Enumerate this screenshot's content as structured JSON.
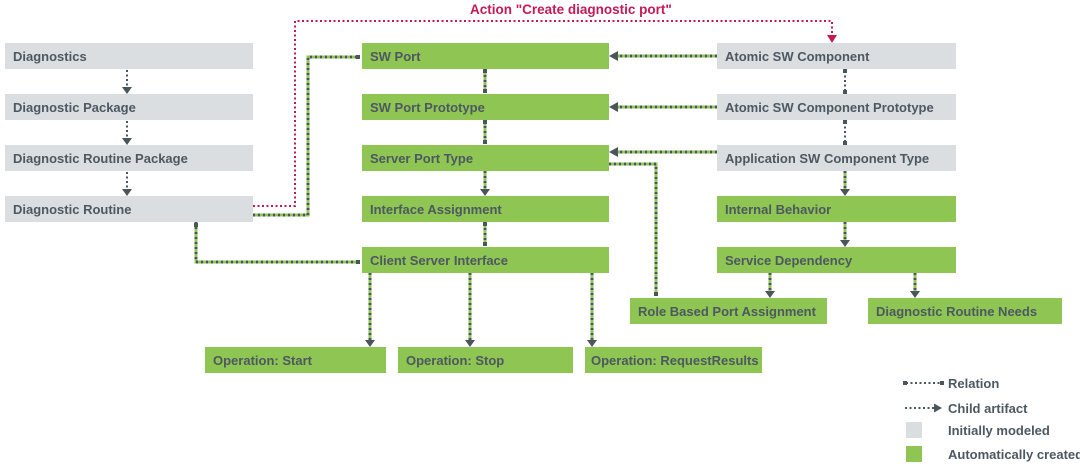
{
  "action_label": "Action \"Create diagnostic port\"",
  "nodes": {
    "diagnostics": "Diagnostics",
    "diagnostic_package": "Diagnostic Package",
    "diagnostic_routine_package": "Diagnostic Routine Package",
    "diagnostic_routine": "Diagnostic Routine",
    "sw_port": "SW Port",
    "sw_port_prototype": "SW Port Prototype",
    "server_port_type": "Server Port Type",
    "interface_assignment": "Interface Assignment",
    "client_server_interface": "Client Server Interface",
    "atomic_sw_component": "Atomic SW Component",
    "atomic_sw_component_prototype": "Atomic SW Component Prototype",
    "application_sw_component_type": "Application SW Component Type",
    "internal_behavior": "Internal Behavior",
    "service_dependency": "Service Dependency",
    "role_based_port_assignment": "Role Based Port Assignment",
    "diagnostic_routine_needs": "Diagnostic Routine Needs",
    "operation_start": "Operation: Start",
    "operation_stop": "Operation: Stop",
    "operation_requestresults": "Operation: RequestResults"
  },
  "legend": {
    "relation": "Relation",
    "child_artifact": "Child artifact",
    "initially_modeled": "Initially modeled",
    "automatically_created": "Automatically created"
  },
  "colors": {
    "green_box": "#8ec553",
    "gray_box": "#dbdee0",
    "red_accent": "#c41a54",
    "dark_line": "#4a555c",
    "text": "#4d5861"
  }
}
